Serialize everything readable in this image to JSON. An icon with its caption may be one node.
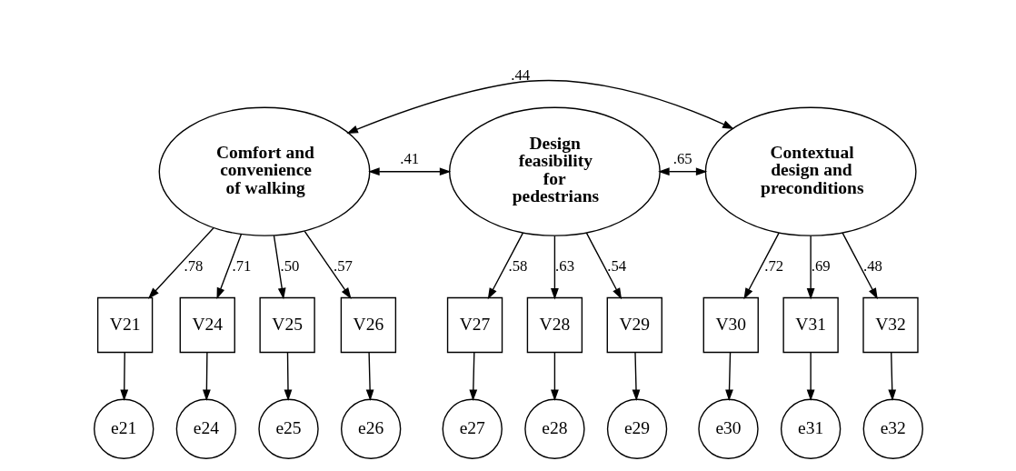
{
  "diagram": {
    "nodes": [
      {
        "text": [
          "Comfort and convenience of walking"
        ]
      },
      {
        "text": [
          "Design feasibility for pedestrians"
        ]
      },
      {
        "text": [
          "Contextual design and preconditions"
        ]
      },
      {
        "text": [
          "V21"
        ]
      },
      {
        "text": [
          "V24"
        ]
      },
      {
        "text": [
          "V25"
        ]
      },
      {
        "text": [
          "V26"
        ]
      },
      {
        "text": [
          "V27"
        ]
      },
      {
        "text": [
          "V28"
        ]
      },
      {
        "text": [
          "V29"
        ]
      },
      {
        "text": [
          "V30"
        ]
      },
      {
        "text": [
          "V31"
        ]
      },
      {
        "text": [
          "V32"
        ]
      },
      {
        "text": [
          "e21"
        ]
      },
      {
        "text": [
          "e24"
        ]
      },
      {
        "text": [
          "e25"
        ]
      },
      {
        "text": [
          "e26"
        ]
      },
      {
        "text": [
          "e27"
        ]
      },
      {
        "text": [
          "e28"
        ]
      },
      {
        "text": [
          "e29"
        ]
      },
      {
        "text": [
          "e30"
        ]
      },
      {
        "text": [
          "e31"
        ]
      },
      {
        "text": [
          "e32"
        ]
      }
    ],
    "edges": [
      {
        "from": 0,
        "to": 2,
        "arrow": "both",
        "label": ".44"
      },
      {
        "from": 0,
        "to": 1,
        "arrow": "both",
        "label": ".41"
      },
      {
        "from": 1,
        "to": 2,
        "arrow": "both",
        "label": ".65"
      },
      {
        "from": 0,
        "to": 3,
        "arrow": "to",
        "label": ".78"
      },
      {
        "from": 0,
        "to": 4,
        "arrow": "to",
        "label": ".71"
      },
      {
        "from": 0,
        "to": 5,
        "arrow": "to",
        "label": ".50"
      },
      {
        "from": 0,
        "to": 6,
        "arrow": "to",
        "label": ".57"
      },
      {
        "from": 1,
        "to": 7,
        "arrow": "to",
        "label": ".58"
      },
      {
        "from": 1,
        "to": 8,
        "arrow": "to",
        "label": ".63"
      },
      {
        "from": 1,
        "to": 9,
        "arrow": "to",
        "label": ".54"
      },
      {
        "from": 2,
        "to": 10,
        "arrow": "to",
        "label": ".72"
      },
      {
        "from": 2,
        "to": 11,
        "arrow": "to",
        "label": ".69"
      },
      {
        "from": 2,
        "to": 12,
        "arrow": "to",
        "label": ".48"
      },
      {
        "from": 3,
        "to": 13,
        "arrow": "to"
      },
      {
        "from": 4,
        "to": 14,
        "arrow": "to"
      },
      {
        "from": 5,
        "to": 15,
        "arrow": "to"
      },
      {
        "from": 6,
        "to": 16,
        "arrow": "to"
      },
      {
        "from": 7,
        "to": 17,
        "arrow": "to"
      },
      {
        "from": 8,
        "to": 18,
        "arrow": "to"
      },
      {
        "from": 9,
        "to": 19,
        "arrow": "to"
      },
      {
        "from": 10,
        "to": 20,
        "arrow": "to"
      },
      {
        "from": 11,
        "to": 21,
        "arrow": "to"
      },
      {
        "from": 12,
        "to": 22,
        "arrow": "to"
      }
    ]
  }
}
